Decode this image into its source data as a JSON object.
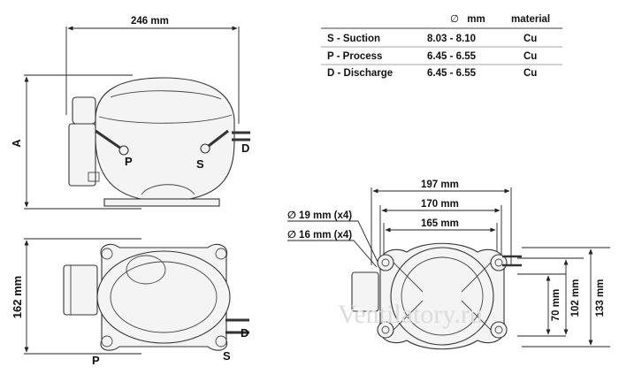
{
  "table": {
    "headers": [
      "",
      "mm",
      "material"
    ],
    "diameter_symbol": "∅",
    "rows": [
      {
        "connection": "S - Suction",
        "mm": "8.03 - 8.10",
        "material": "Cu"
      },
      {
        "connection": "P - Process",
        "mm": "6.45 - 6.55",
        "material": "Cu"
      },
      {
        "connection": "D - Discharge",
        "mm": "6.45 - 6.55",
        "material": "Cu"
      }
    ]
  },
  "side_view": {
    "width_label": "246 mm",
    "height_label": "A",
    "port_labels": {
      "p": "P",
      "s": "S",
      "d": "D"
    }
  },
  "top_view": {
    "depth_label": "162 mm",
    "port_labels": {
      "p": "P",
      "s": "S",
      "d": "D"
    }
  },
  "mount_view": {
    "dim_197": "197 mm",
    "dim_170": "170 mm",
    "dim_165": "165 mm",
    "hole_19": "∅ 19 mm (x4)",
    "hole_16": "∅ 16 mm (x4)",
    "dim_70": "70 mm",
    "dim_102": "102 mm",
    "dim_133": "133 mm"
  },
  "watermark": "Ventilatory.ru"
}
